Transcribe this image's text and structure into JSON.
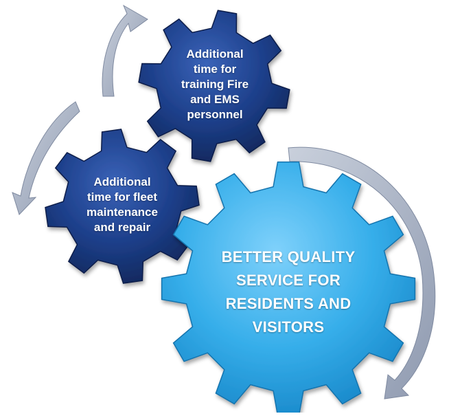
{
  "diagram": {
    "gears": [
      {
        "id": "training",
        "lines": [
          "Additional",
          "time for",
          "training Fire",
          "and EMS",
          "personnel"
        ],
        "color": "#1f3f86"
      },
      {
        "id": "fleet",
        "lines": [
          "Additional",
          "time for fleet",
          "maintenance",
          "and repair"
        ],
        "color": "#1f3f86"
      },
      {
        "id": "quality",
        "lines": [
          "BETTER QUALITY",
          "SERVICE FOR",
          "RESIDENTS AND",
          "VISITORS"
        ],
        "color": "#2fa6e6"
      }
    ],
    "arrow_color": "#a9b3c4"
  }
}
